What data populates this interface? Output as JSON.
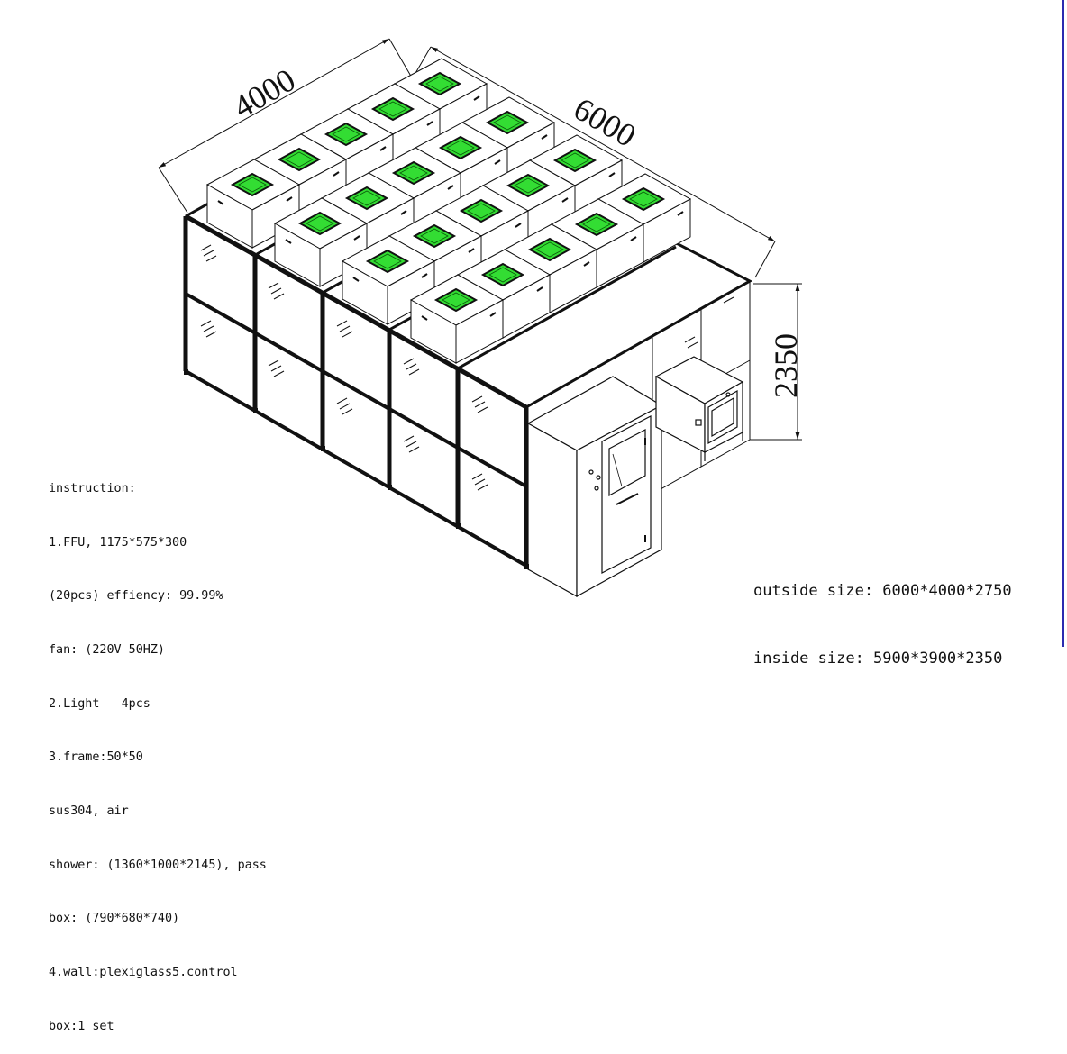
{
  "dimensions": {
    "width_label": "4000",
    "length_label": "6000",
    "height_label": "2350"
  },
  "instruction": [
    "instruction:",
    "1.FFU, 1175*575*300",
    "(20pcs) effiency: 99.99%",
    "fan: (220V 50HZ)",
    "2.Light   4pcs",
    "3.frame:50*50",
    "sus304, air",
    "shower: (1360*1000*2145), pass",
    "box: (790*680*740)",
    "4.wall:plexiglass5.control",
    "box:1 set"
  ],
  "sizes": {
    "outside": "outside size: 6000*4000*2750",
    "inside": "inside size: 5900*3900*2350"
  },
  "colors": {
    "filter_green": "#33dd33",
    "line": "#111111",
    "edge_bar": "#2b2bb0"
  }
}
